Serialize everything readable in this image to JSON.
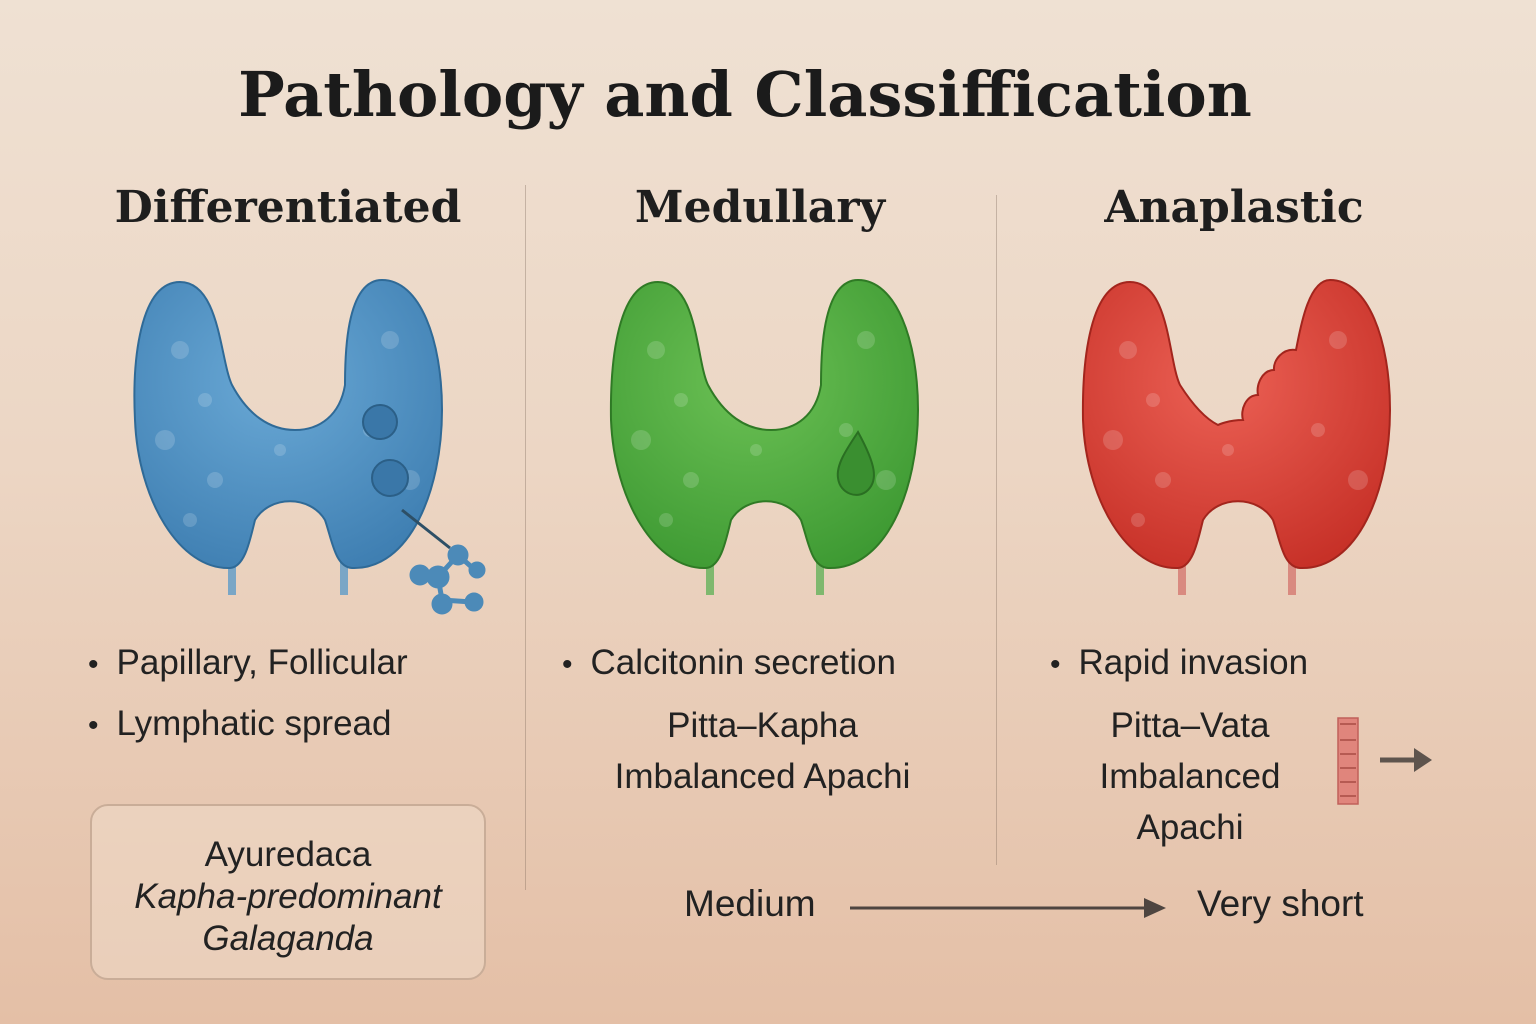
{
  "title": "Pathology and Classiffication",
  "columns": [
    {
      "heading": "Differentiated",
      "color": "#4b8fc0",
      "bullets": [
        "Papillary, Follicular",
        "Lymphatic spread"
      ],
      "icons": [
        "thyroid-icon",
        "nodule-icon",
        "spread-network-icon"
      ]
    },
    {
      "heading": "Medullary",
      "color": "#4aa83c",
      "bullets": [
        "Calcitonin secretion"
      ],
      "dosha": [
        "Pitta–Kapha",
        "Imbalanced Apachi"
      ],
      "icons": [
        "thyroid-icon",
        "droplet-icon"
      ]
    },
    {
      "heading": "Anaplastic",
      "color": "#d8443a",
      "bullets": [
        "Rapid invasion"
      ],
      "dosha": [
        "Pitta–Vata",
        "Imbalanced",
        "Apachi"
      ],
      "icons": [
        "thyroid-icon",
        "trachea-icon",
        "arrow-right-icon"
      ]
    }
  ],
  "ayurveda_box": {
    "line1": "Ayuredaca",
    "line2": "Kapha-predominant",
    "line3": "Galaganda"
  },
  "progression": {
    "start": "Medium",
    "end": "Very short"
  }
}
